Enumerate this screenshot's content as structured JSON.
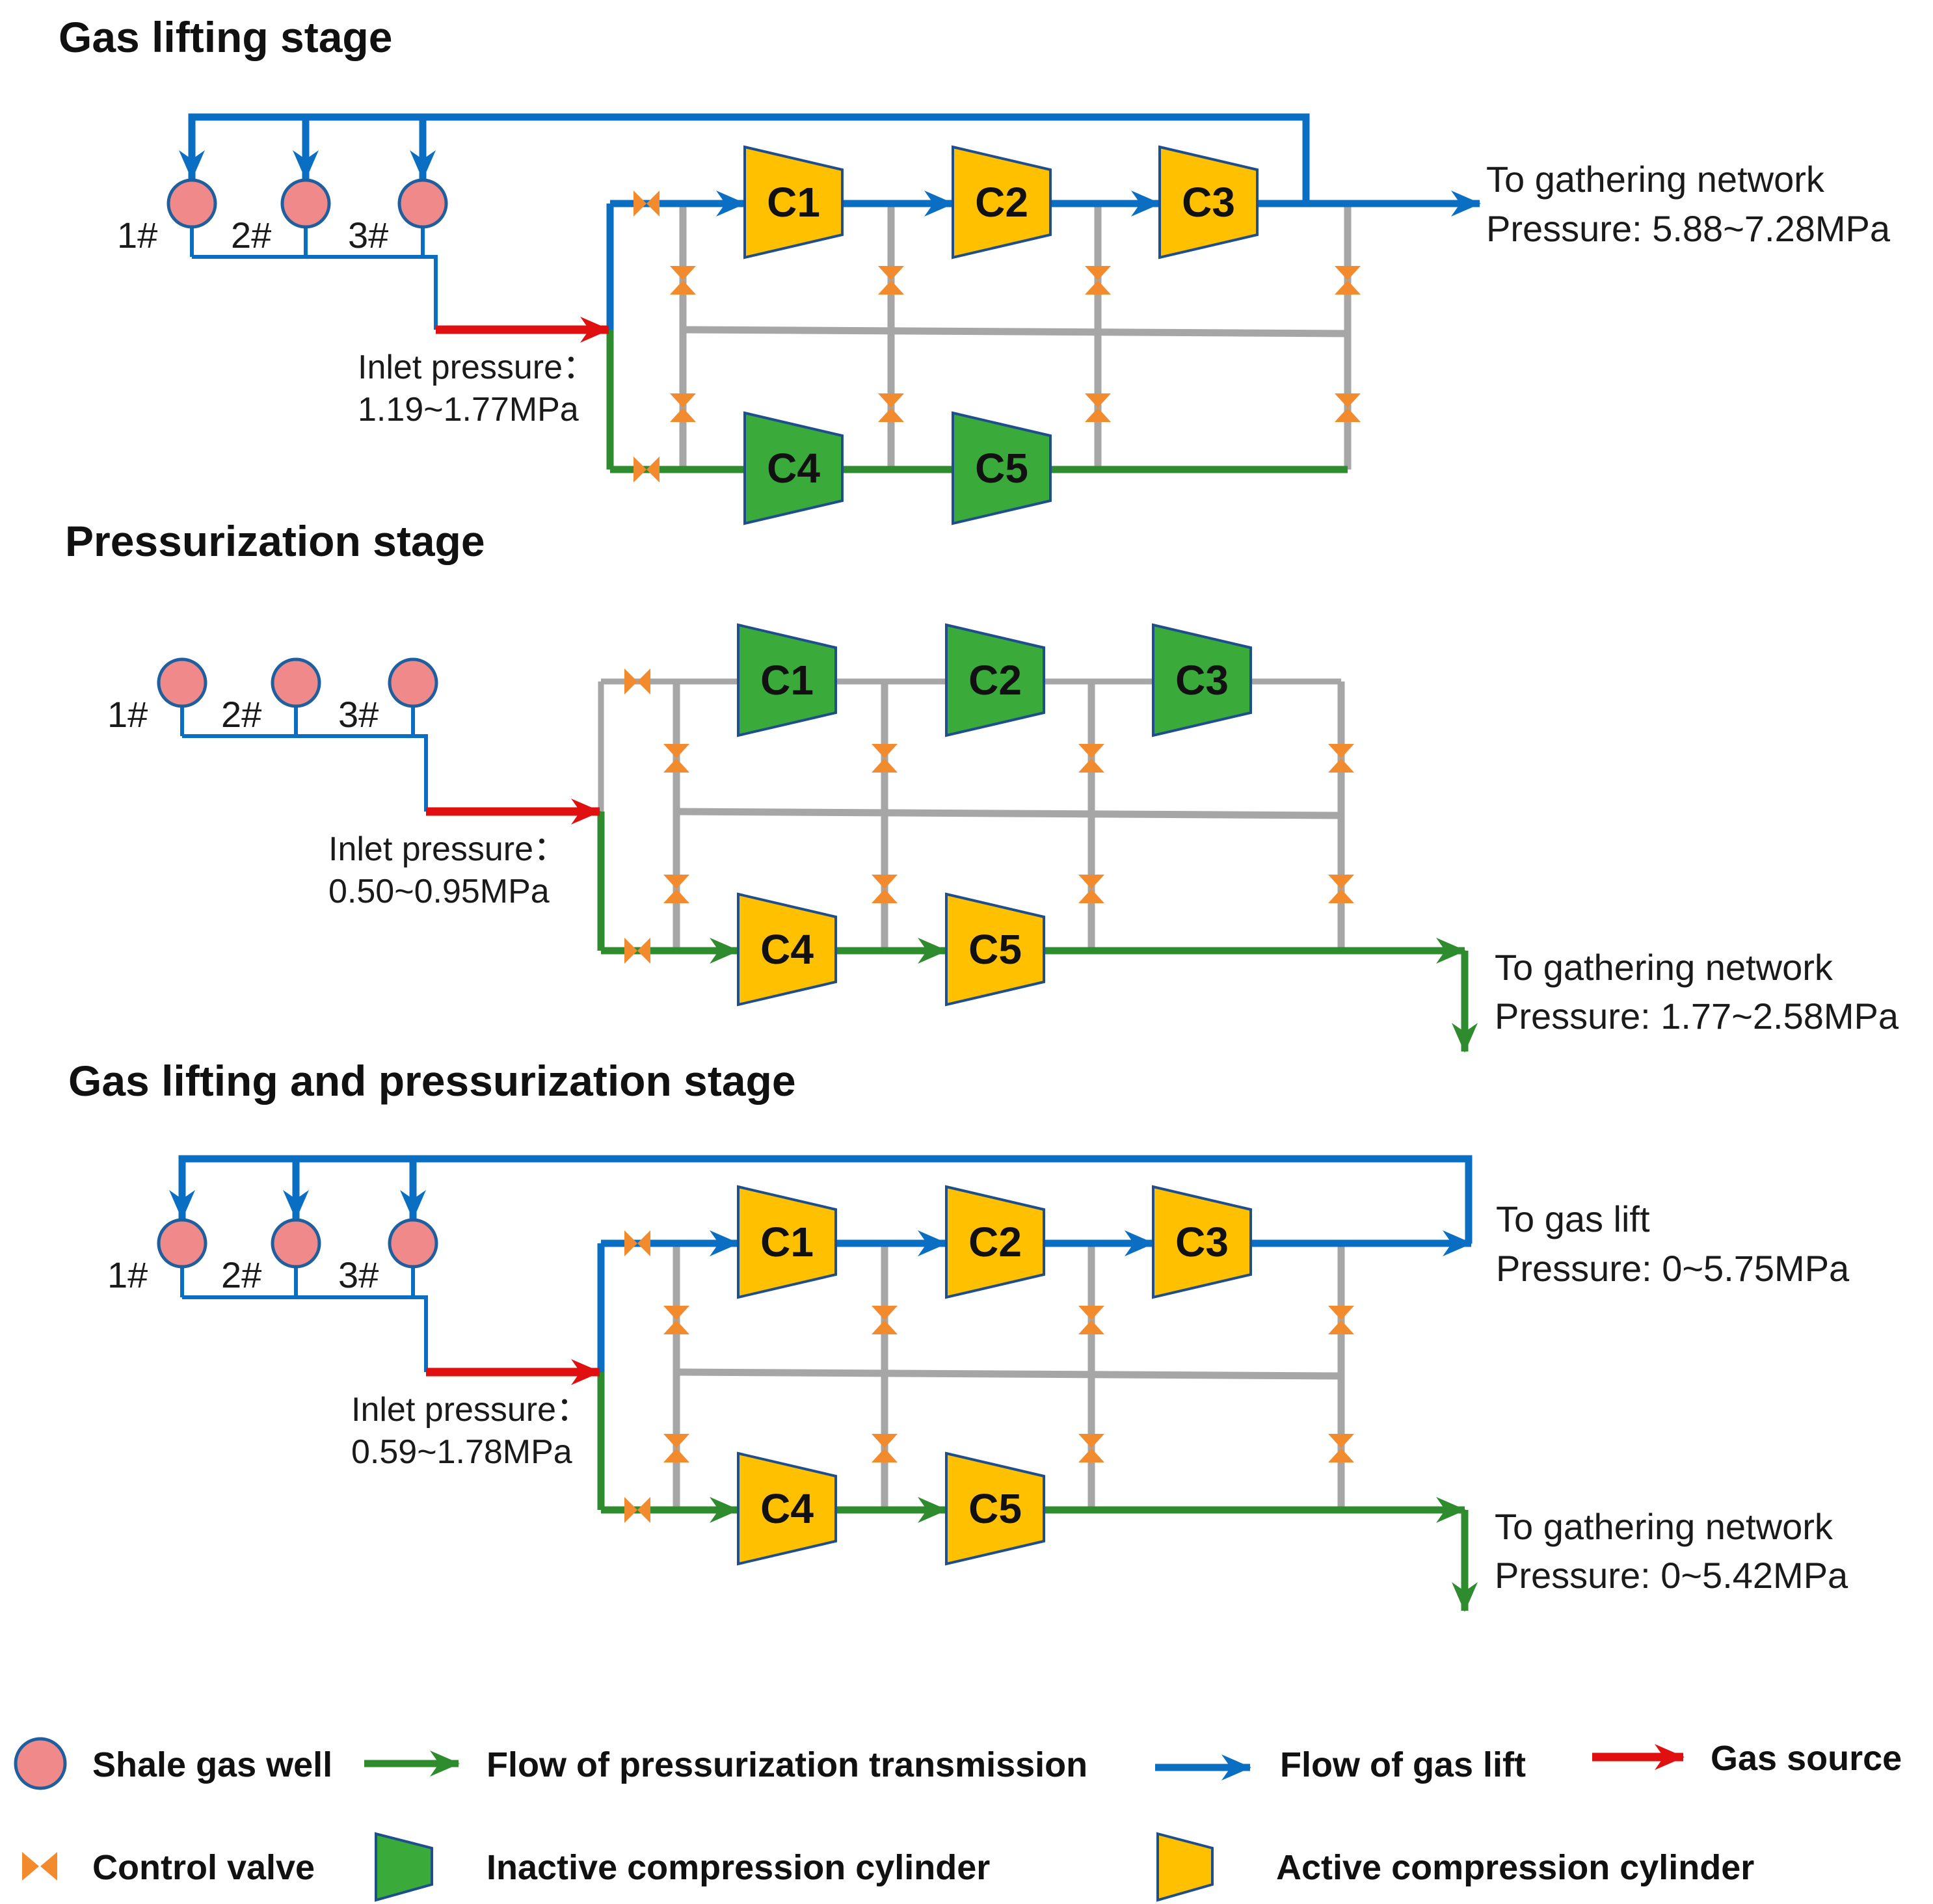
{
  "colors": {
    "gas_lift": "#0a6fc2",
    "pressurization": "#2e8b2e",
    "gas_source": "#e01010",
    "gray_pipe": "#a6a6a6",
    "valve": "#f28a2e",
    "well_fill": "#f08a8a",
    "well_stroke": "#1f5f9e",
    "inactive_cylinder": "#3aaa3a",
    "active_cylinder": "#ffc000",
    "cylinder_stroke": "#1f4e8c"
  },
  "stages": [
    {
      "title": "Gas lifting stage",
      "wells": [
        "1#",
        "2#",
        "3#"
      ],
      "cylinders": [
        {
          "label": "C1",
          "state": "active"
        },
        {
          "label": "C2",
          "state": "active"
        },
        {
          "label": "C3",
          "state": "active"
        },
        {
          "label": "C4",
          "state": "inactive"
        },
        {
          "label": "C5",
          "state": "inactive"
        }
      ],
      "inlet_label": "Inlet pressure：",
      "inlet_value": "1.19~1.77MPa",
      "outlet_top_label": "To gathering network",
      "outlet_top_value": "Pressure: 5.88~7.28MPa"
    },
    {
      "title": "Pressurization stage",
      "wells": [
        "1#",
        "2#",
        "3#"
      ],
      "cylinders": [
        {
          "label": "C1",
          "state": "inactive"
        },
        {
          "label": "C2",
          "state": "inactive"
        },
        {
          "label": "C3",
          "state": "inactive"
        },
        {
          "label": "C4",
          "state": "active"
        },
        {
          "label": "C5",
          "state": "active"
        }
      ],
      "inlet_label": "Inlet pressure：",
      "inlet_value": "0.50~0.95MPa",
      "outlet_bottom_label": "To gathering network",
      "outlet_bottom_value": "Pressure: 1.77~2.58MPa"
    },
    {
      "title": "Gas lifting and pressurization stage",
      "wells": [
        "1#",
        "2#",
        "3#"
      ],
      "cylinders": [
        {
          "label": "C1",
          "state": "active"
        },
        {
          "label": "C2",
          "state": "active"
        },
        {
          "label": "C3",
          "state": "active"
        },
        {
          "label": "C4",
          "state": "active"
        },
        {
          "label": "C5",
          "state": "active"
        }
      ],
      "inlet_label": "Inlet pressure：",
      "inlet_value": "0.59~1.78MPa",
      "outlet_top_label": "To gas lift",
      "outlet_top_value": "Pressure: 0~5.75MPa",
      "outlet_bottom_label": "To gathering network",
      "outlet_bottom_value": "Pressure: 0~5.42MPa"
    }
  ],
  "legend": {
    "shale_gas_well": "Shale gas well",
    "flow_pressurization": "Flow of pressurization transmission",
    "flow_gas_lift": "Flow of gas lift",
    "gas_source": "Gas source",
    "control_valve": "Control valve",
    "inactive_cylinder": "Inactive compression cylinder",
    "active_cylinder": "Active compression cylinder"
  }
}
